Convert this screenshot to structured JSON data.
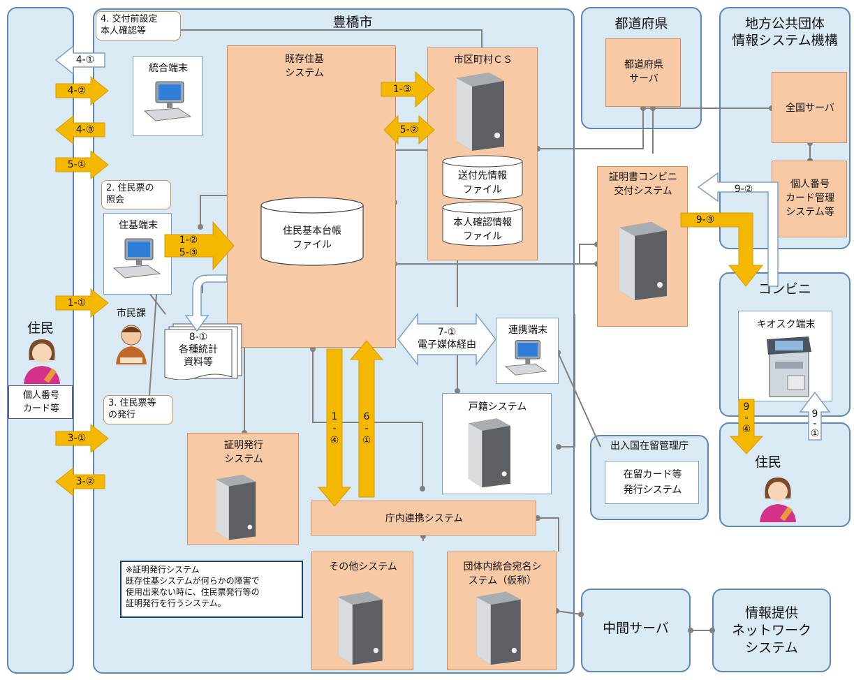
{
  "regions": {
    "toyohashi": "豊橋市",
    "prefecture": "都道府県",
    "jlis_line1": "地方公共団体",
    "jlis_line2": "情報システム機構",
    "convenience": "コンビニ",
    "resident_right": "住民",
    "immigration": "出入国在留管理庁"
  },
  "callouts": {
    "c4_line1": "4. 交付前設定",
    "c4_line2": "本人確認等",
    "c2_line1": "2. 住民票の",
    "c2_line2": "照会",
    "c3_line1": "3. 住民票等",
    "c3_line2": "の発行"
  },
  "terminals": {
    "integrated": "統合端末",
    "juki": "住基端末",
    "citizen_section": "市民課",
    "renkei": "連携端末",
    "kiosk": "キオスク端末"
  },
  "systems": {
    "existing_line1": "既存住基",
    "existing_line2": "システム",
    "ledger_line1": "住民基本台帳",
    "ledger_line2": "ファイル",
    "cs": "市区町村ＣＳ",
    "send_line1": "送付先情報",
    "send_line2": "ファイル",
    "idcheck_line1": "本人確認情報",
    "idcheck_line2": "ファイル",
    "pref_server_line1": "都道府県",
    "pref_server_line2": "サーバ",
    "national": "全国サーバ",
    "card_mgmt_line1": "個人番号",
    "card_mgmt_line2": "カード管理",
    "card_mgmt_line3": "システム等",
    "konbini_line1": "証明書コンビニ",
    "konbini_line2": "交付システム",
    "koseki": "戸籍システム",
    "shomei_line1": "証明発行",
    "shomei_line2": "システム",
    "chonai": "庁内連携システム",
    "other": "その他システム",
    "atena_line1": "団体内統合宛名シ",
    "atena_line2": "ステム（仮称）",
    "zairyu_line1": "在留カード等",
    "zairyu_line2": "発行システム",
    "middle": "中間サーバ",
    "network_line1": "情報提供",
    "network_line2": "ネットワーク",
    "network_line3": "システム"
  },
  "resident_left": {
    "title": "住民",
    "card_line1": "個人番号",
    "card_line2": "カード等"
  },
  "stats_doc": {
    "line1": "8-①",
    "line2": "各種統計",
    "line3": "資料等"
  },
  "media": {
    "line1": "7-①",
    "line2": "電子媒体経由"
  },
  "note": {
    "line1": "※証明発行システム",
    "line2": "既存住基システムが何らかの障害で",
    "line3": "使用出来ない時に、住民票発行等の",
    "line4": "証明発行を行うシステム。"
  },
  "arrows": {
    "a4_1": "4-①",
    "a4_2": "4-②",
    "a4_3": "4-③",
    "a5_1": "5-①",
    "a1_1": "1-①",
    "a3_1": "3-①",
    "a3_2": "3-②",
    "a12_line1": "1-②",
    "a12_line2": "5-③",
    "a1_3": "1-③",
    "a5_2": "5-②",
    "a9_2": "9-②",
    "a9_3": "9-③",
    "a14_line1": "1",
    "a14_line2": "-",
    "a14_line3": "④",
    "a61_line1": "6",
    "a61_line2": "-",
    "a61_line3": "①",
    "a94_line1": "9",
    "a94_line2": "-",
    "a94_line3": "④",
    "a91_line1": "9",
    "a91_line2": "-",
    "a91_line3": "①"
  },
  "colors": {
    "arrow": "#f5b800",
    "arrow_edge": "#d89a00",
    "region": "#daeaf5",
    "orange": "#f8c9a5",
    "line": "#808080"
  }
}
